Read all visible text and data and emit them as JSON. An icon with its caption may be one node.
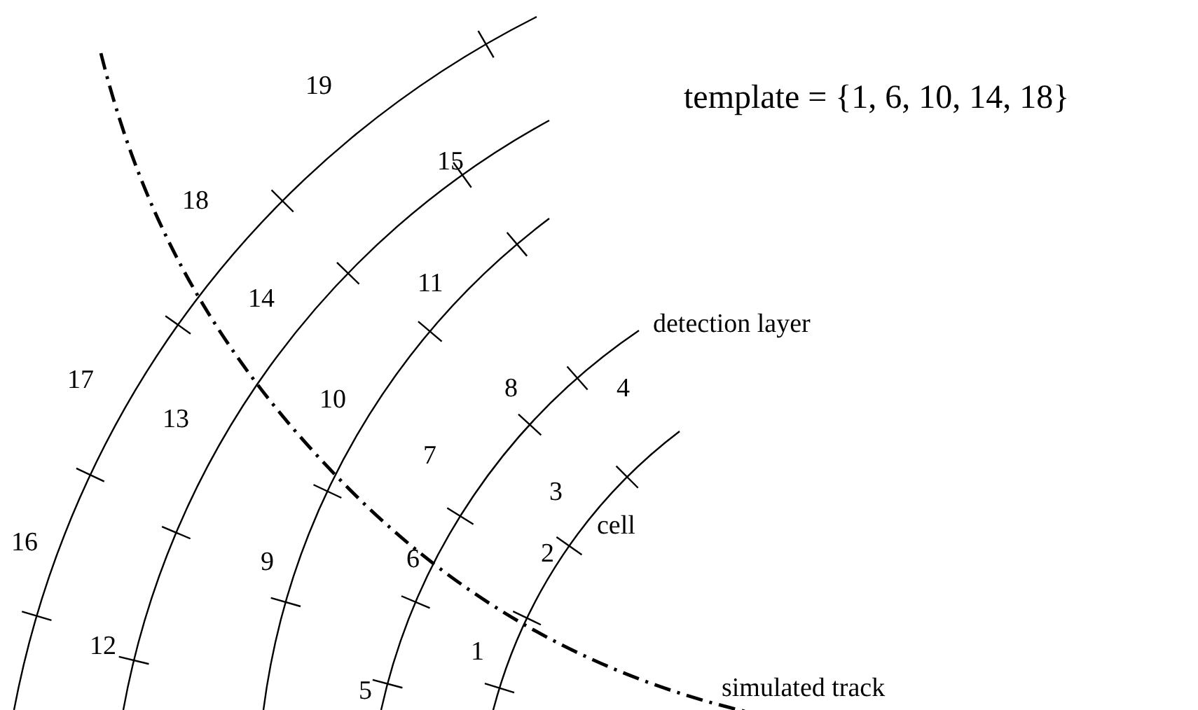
{
  "diagram": {
    "labels": [
      "19",
      "template = {1, 6, 10, 14, 18}",
      "18",
      "15",
      "14",
      "11",
      "detection layer",
      "17",
      "10",
      "8",
      "4",
      "13",
      "7",
      "3",
      "cell",
      "16",
      "9",
      "6",
      "2",
      "12",
      "5",
      "1",
      "simulated track"
    ]
  }
}
